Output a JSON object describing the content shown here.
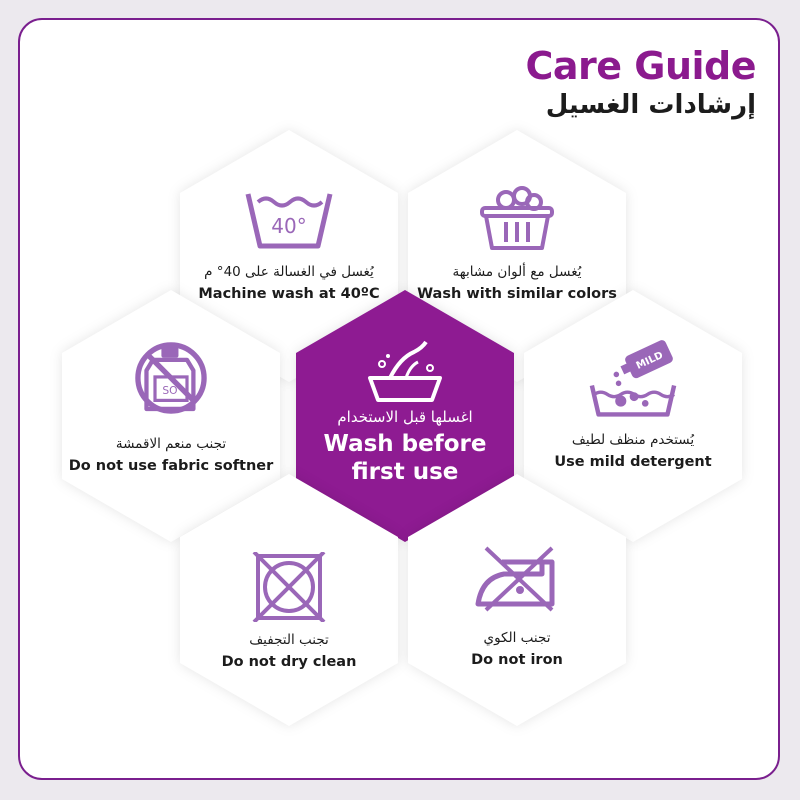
{
  "header": {
    "title": "Care Guide",
    "subtitle_ar": "إرشادات الغسيل"
  },
  "colors": {
    "brand_purple": "#8e1b92",
    "icon_purple": "#9a67b8",
    "text": "#1c1c1c"
  },
  "tiles": {
    "machine_wash": {
      "icon": "wash-tub-40-icon",
      "temp_label": "40°",
      "ar": "يُغسل في الغسالة على 40° م",
      "en": "Machine wash at 40ºC"
    },
    "similar_colors": {
      "icon": "laundry-basket-icon",
      "ar": "يُغسل مع ألوان مشابهة",
      "en": "Wash with similar colors"
    },
    "fabric_softener": {
      "icon": "no-fabric-softener-icon",
      "bottle_label": "SO",
      "ar": "تجنب منعم الاقمشة",
      "en": "Do not use fabric softner"
    },
    "first_use": {
      "icon": "hand-wash-basin-icon",
      "ar": "اغسلها قبل الاستخدام",
      "en_line1": "Wash before",
      "en_line2": "first use"
    },
    "mild_detergent": {
      "icon": "mild-detergent-icon",
      "bottle_label": "MILD",
      "ar": "يُستخدم منظف لطيف",
      "en": "Use mild detergent"
    },
    "dry_clean": {
      "icon": "no-dry-clean-icon",
      "ar": "تجنب التجفيف",
      "en": "Do not dry clean"
    },
    "iron": {
      "icon": "no-iron-icon",
      "ar": "تجنب الكوي",
      "en": "Do not iron"
    }
  }
}
